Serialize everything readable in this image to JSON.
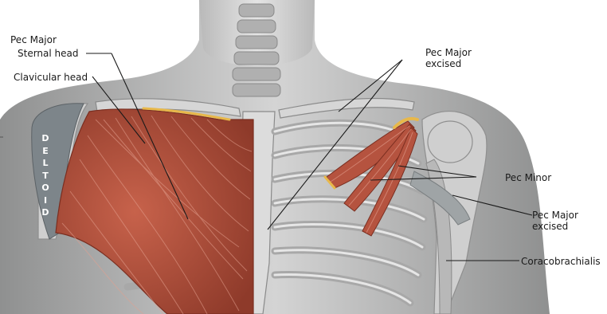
{
  "labels": {
    "pec_major_title": "Pec Major",
    "sternal_head": "Sternal head",
    "clavicular_head": "Clavicular head",
    "pec_major_excised_top": "Pec Major\nexcised",
    "pec_minor": "Pec Minor",
    "pec_major_excised_right": "Pec Major\nexcised",
    "coracobrachialis": "Coracobrachialis",
    "deltoid": "D\nE\nL\nT\nO\nI\nD"
  },
  "colors": {
    "background": "#ffffff",
    "skeleton": "#c9c9c9",
    "bone_shade": "#9a9a9a",
    "muscle": "#b5533f",
    "muscle_fiber": "#e3a08f",
    "tendon": "#e8b84a",
    "leader_line": "#1a1a1a"
  }
}
